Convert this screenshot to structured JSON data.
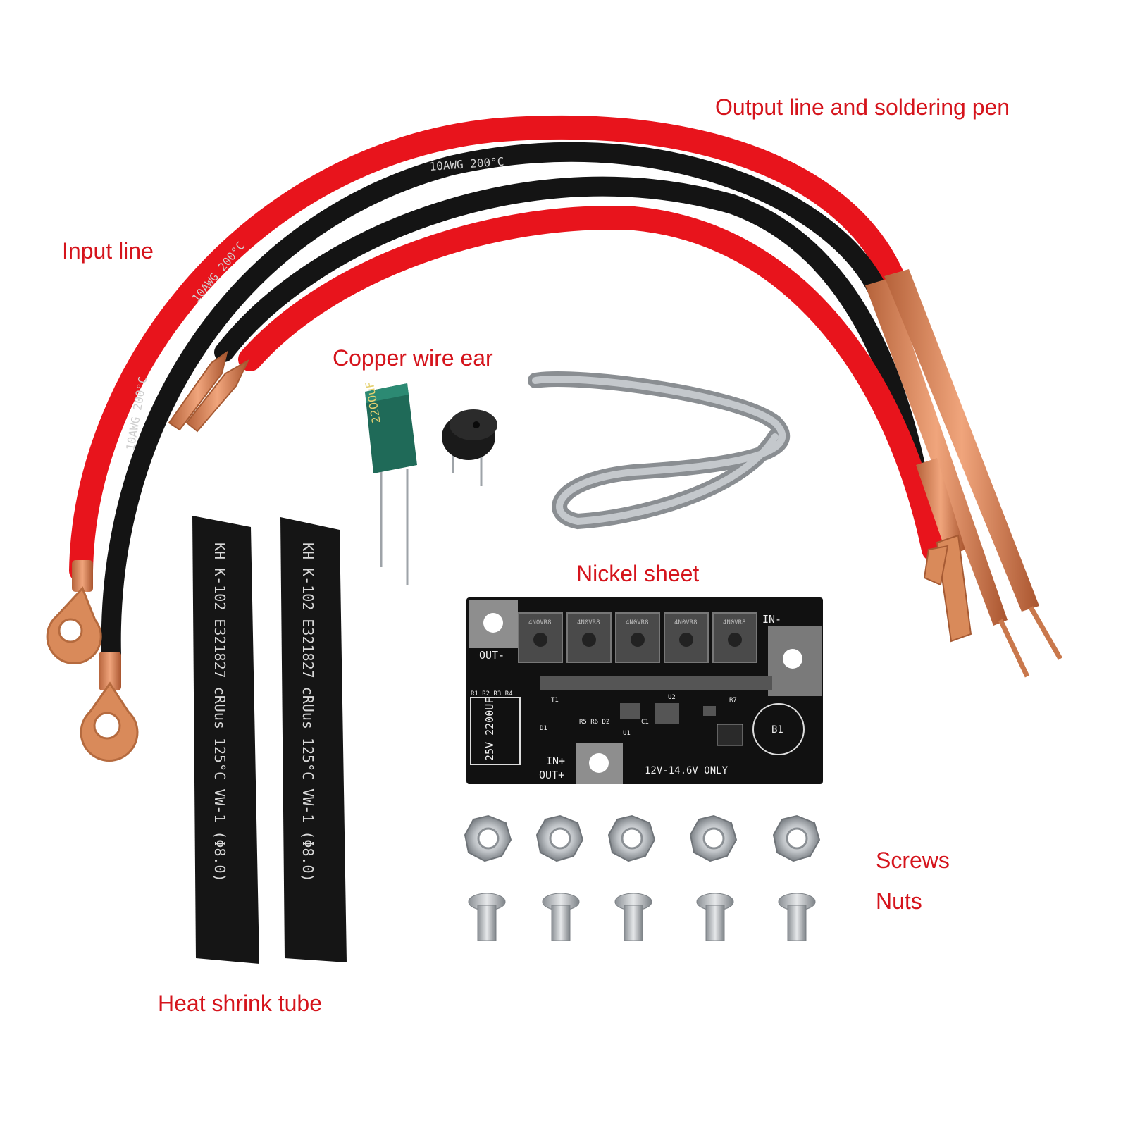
{
  "labels": {
    "output_line": "Output line and soldering pen",
    "input_line": "Input line",
    "copper_wire_ear": "Copper wire ear",
    "nickel_sheet": "Nickel sheet",
    "screws": "Screws",
    "nuts": "Nuts",
    "heat_shrink_tube": "Heat shrink tube"
  },
  "colors": {
    "label": "#d5141c",
    "wire_red": "#e8141c",
    "wire_black": "#141414",
    "copper": "#d98a5a",
    "pcb": "#111111"
  },
  "tube_text": "KH K-102 E321827 cRUus 125°C VW-1 (Φ8.0)",
  "capacitor_text": "2200uF",
  "pcb": {
    "out_minus": "OUT-",
    "in_minus": "IN-",
    "in_plus": "IN+",
    "out_plus": "OUT+",
    "voltage": "12V-14.6V ONLY",
    "cap_rating": "25V 2200UF",
    "buzzer": "B1",
    "resistors": "R1 R2 R3 R4",
    "r5r6d2": "R5 R6 D2",
    "t1": "T1",
    "d1": "D1",
    "u1": "U1",
    "u2": "U2",
    "c1": "C1",
    "r7": "R7",
    "mosfet": "4N0VR8"
  }
}
